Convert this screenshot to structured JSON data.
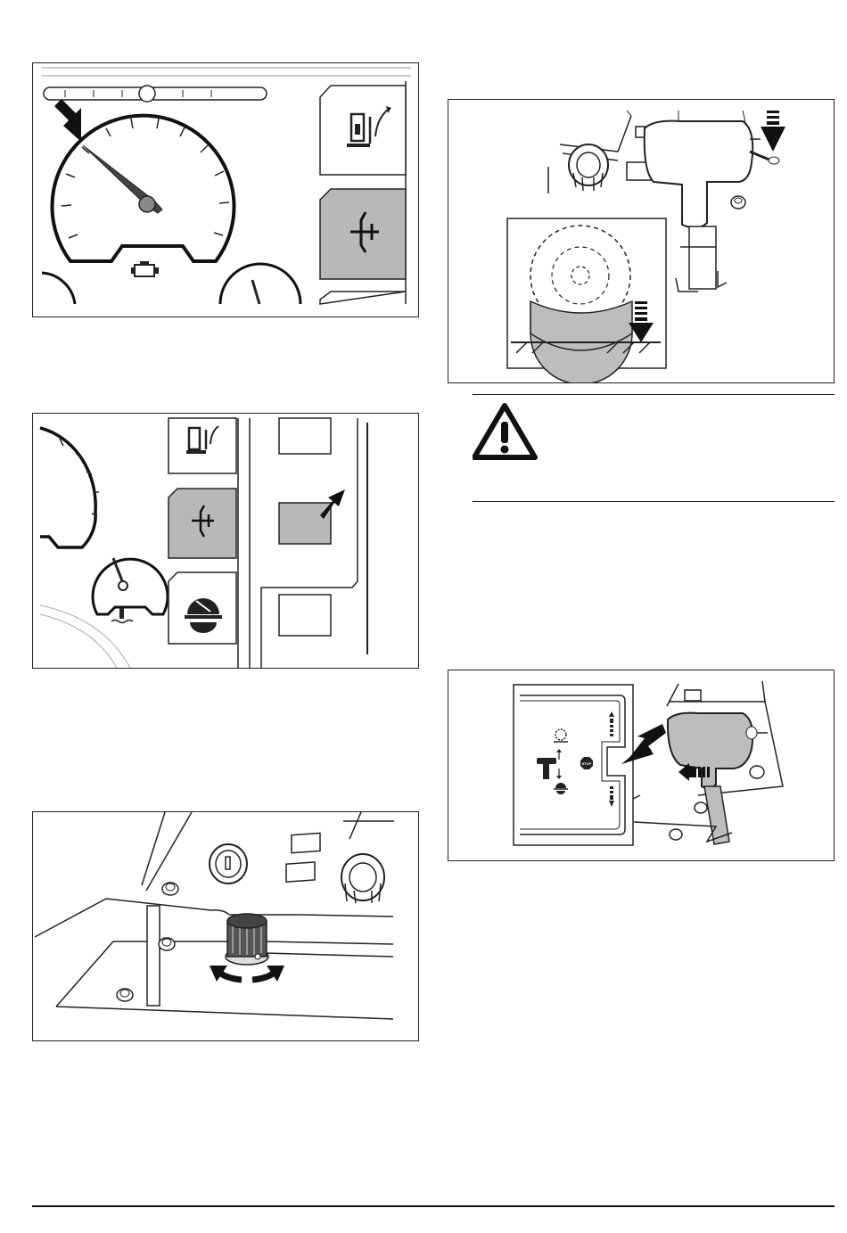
{
  "figures": [
    {
      "id": "tachometer",
      "description": ""
    },
    {
      "id": "function-panel",
      "description": ""
    },
    {
      "id": "throttle-knob",
      "description": ""
    },
    {
      "id": "blade-lowering",
      "description": ""
    },
    {
      "id": "control-lever",
      "description": ""
    }
  ],
  "lever_panel": {
    "stop_label": "STOP"
  },
  "warning": {
    "icon": "warning-triangle-icon",
    "text": ""
  },
  "colors": {
    "line": "#222222",
    "highlight_fill": "#b8b8b8",
    "blade_fill": "#bdbdbd"
  }
}
